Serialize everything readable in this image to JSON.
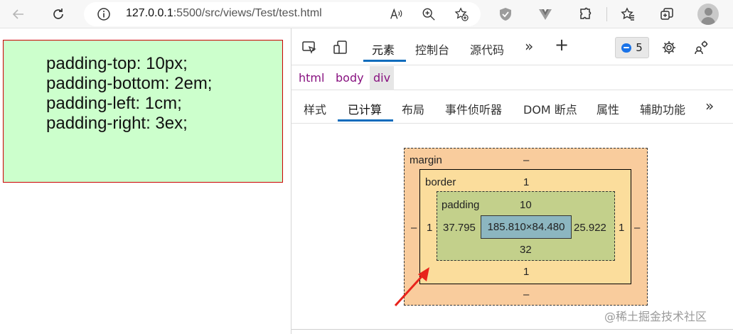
{
  "browser": {
    "url_host": "127.0.0.1",
    "url_rest": ":5500/src/views/Test/test.html",
    "icons": [
      "back-icon",
      "refresh-icon",
      "info-icon",
      "read-aloud-icon",
      "zoom-icon",
      "add-favorite-icon",
      "shield-extension-icon",
      "vue-extension-icon",
      "extensions-icon",
      "favorites-icon",
      "collections-icon",
      "profile-avatar"
    ]
  },
  "page": {
    "lines": [
      "padding-top: 10px;",
      "padding-bottom: 2em;",
      "padding-left: 1cm;",
      "padding-right: 3ex;"
    ],
    "box_background": "#ccffcc",
    "box_border_color": "#cc0000"
  },
  "devtools": {
    "tabs": [
      "元素",
      "控制台",
      "源代码"
    ],
    "active_tab": "元素",
    "more_tabs": "»",
    "add_tab": "+",
    "issues_count": "5",
    "breadcrumbs": [
      "html",
      "body",
      "div"
    ],
    "selected_crumb": "div",
    "sub_tabs": [
      "样式",
      "已计算",
      "布局",
      "事件侦听器",
      "DOM 断点",
      "属性",
      "辅助功能"
    ],
    "active_sub_tab": "已计算",
    "more_sub_tabs": "»",
    "accent": "#0f6cbd"
  },
  "box_model": {
    "margin": {
      "label": "margin",
      "top": "–",
      "bottom": "–",
      "left": "–",
      "right": "–",
      "color": "#f9cc9d"
    },
    "border": {
      "label": "border",
      "top": "1",
      "bottom": "1",
      "left": "1",
      "right": "1",
      "color": "#fbdd9c"
    },
    "padding": {
      "label": "padding",
      "top": "10",
      "bottom": "32",
      "left": "37.795",
      "right": "25.922",
      "color": "#c3d08b"
    },
    "content": {
      "size": "185.810×84.480",
      "color": "#8cb6c0"
    }
  },
  "annotation_arrow_color": "#e8231b",
  "watermark": "@稀土掘金技术社区"
}
